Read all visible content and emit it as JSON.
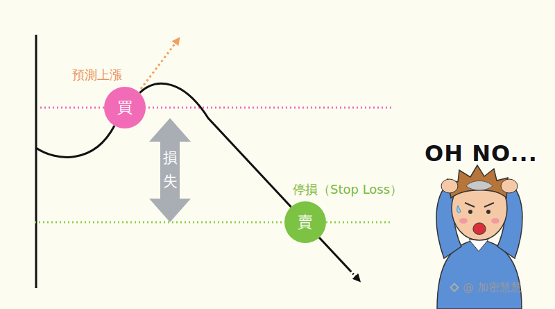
{
  "diagram": {
    "nodes": [
      {
        "text": [
          "買"
        ]
      },
      {
        "text": [
          "損失"
        ]
      },
      {
        "text": [
          "賣"
        ]
      }
    ],
    "edges": [
      {
        "from": 0,
        "to": 2,
        "arrow": "none"
      }
    ],
    "labels": [
      "預測上漲",
      "停損（Stop Loss）",
      "OH NO...",
      "@ 加密慧慧"
    ]
  }
}
